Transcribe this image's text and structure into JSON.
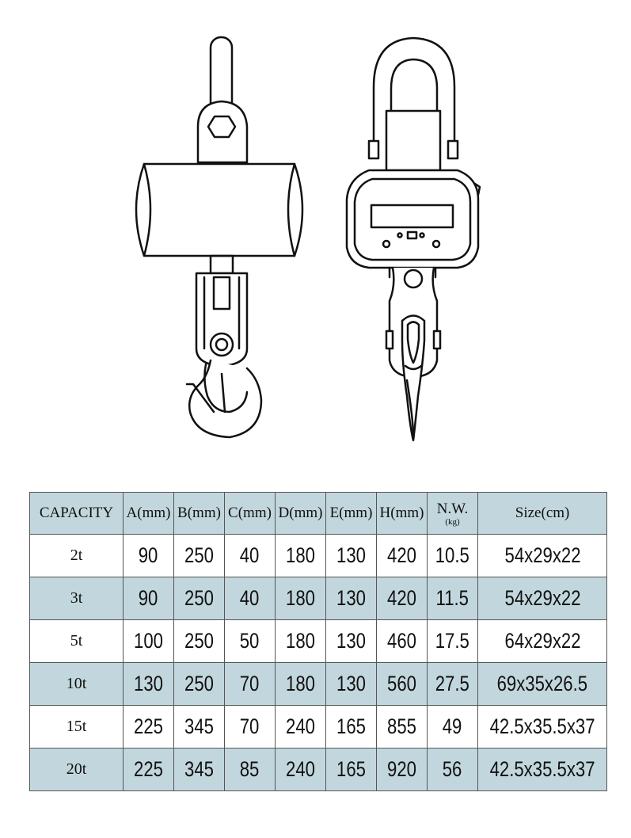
{
  "table": {
    "headers": [
      "CAPACITY",
      "A(mm)",
      "B(mm)",
      "C(mm)",
      "D(mm)",
      "E(mm)",
      "H(mm)",
      "N.W.",
      "Size(cm)"
    ],
    "nw_unit": "(kg)",
    "rows": [
      {
        "capacity": "2t",
        "A": "90",
        "B": "250",
        "C": "40",
        "D": "180",
        "E": "130",
        "H": "420",
        "NW": "10.5",
        "size": "54x29x22"
      },
      {
        "capacity": "3t",
        "A": "90",
        "B": "250",
        "C": "40",
        "D": "180",
        "E": "130",
        "H": "420",
        "NW": "11.5",
        "size": "54x29x22"
      },
      {
        "capacity": "5t",
        "A": "100",
        "B": "250",
        "C": "50",
        "D": "180",
        "E": "130",
        "H": "460",
        "NW": "17.5",
        "size": "64x29x22"
      },
      {
        "capacity": "10t",
        "A": "130",
        "B": "250",
        "C": "70",
        "D": "180",
        "E": "130",
        "H": "560",
        "NW": "27.5",
        "size": "69x35x26.5"
      },
      {
        "capacity": "15t",
        "A": "225",
        "B": "345",
        "C": "70",
        "D": "240",
        "E": "165",
        "H": "855",
        "NW": "49",
        "size": "42.5x35.5x37"
      },
      {
        "capacity": "20t",
        "A": "225",
        "B": "345",
        "C": "85",
        "D": "240",
        "E": "165",
        "H": "920",
        "NW": "56",
        "size": "42.5x35.5x37"
      }
    ]
  }
}
